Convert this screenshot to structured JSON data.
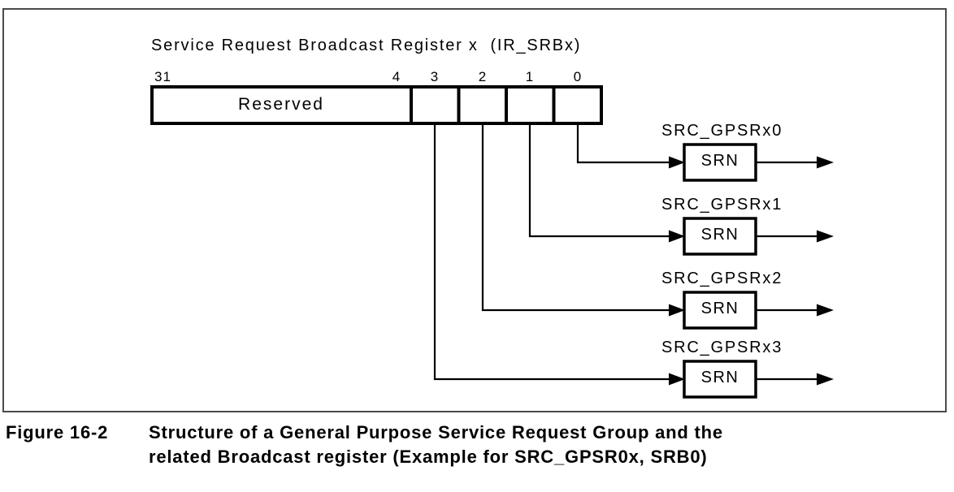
{
  "diagram": {
    "title": "Service Request Broadcast Register x  (IR_SRBx)",
    "register": {
      "reserved_label": "Reserved",
      "bit_labels": [
        "31",
        "4",
        "3",
        "2",
        "1",
        "0"
      ]
    },
    "srn_label": "SRN",
    "rows": [
      {
        "label": "SRC_GPSRx0"
      },
      {
        "label": "SRC_GPSRx1"
      },
      {
        "label": "SRC_GPSRx2"
      },
      {
        "label": "SRC_GPSRx3"
      }
    ]
  },
  "caption": {
    "figure_label": "Figure 16-2",
    "line1": "Structure of a General Purpose Service Request Group and the",
    "line2": "related Broadcast register (Example for SRC_GPSR0x, SRB0)"
  },
  "colors": {
    "line": "#000000",
    "frame": "#4a4a4a",
    "background": "#ffffff"
  }
}
